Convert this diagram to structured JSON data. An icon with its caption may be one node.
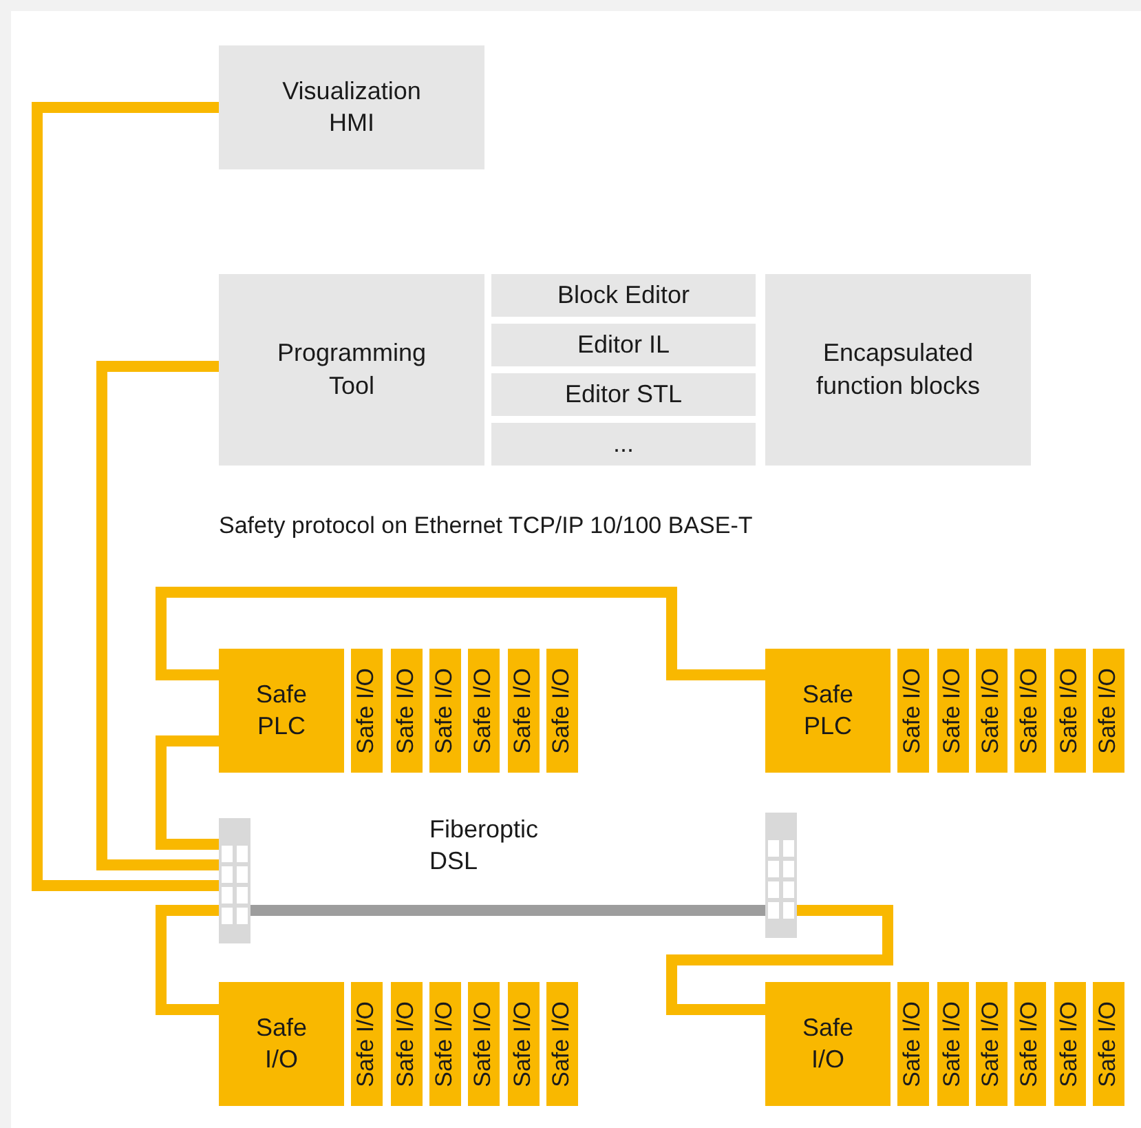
{
  "diagram": {
    "nodes": [
      {
        "text": [
          "Visualization HMI"
        ]
      },
      {
        "text": [
          "Programming Tool"
        ]
      },
      {
        "text": [
          "Block Editor"
        ]
      },
      {
        "text": [
          "Editor IL"
        ]
      },
      {
        "text": [
          "Editor STL"
        ]
      },
      {
        "text": [
          "..."
        ]
      },
      {
        "text": [
          "Encapsulated function blocks"
        ]
      },
      {
        "text": [
          "Safe PLC"
        ]
      },
      {
        "text": [
          "Safe I/O"
        ]
      },
      {
        "text": [
          "Safe I/O"
        ]
      },
      {
        "text": [
          "Safe I/O"
        ]
      },
      {
        "text": [
          "Safe I/O"
        ]
      },
      {
        "text": [
          "Safe I/O"
        ]
      },
      {
        "text": [
          "Safe I/O"
        ]
      },
      {
        "text": [
          "Safe PLC"
        ]
      },
      {
        "text": [
          "Safe I/O"
        ]
      },
      {
        "text": [
          "Safe I/O"
        ]
      },
      {
        "text": [
          "Safe I/O"
        ]
      },
      {
        "text": [
          "Safe I/O"
        ]
      },
      {
        "text": [
          "Safe I/O"
        ]
      },
      {
        "text": [
          "Safe I/O"
        ]
      },
      {
        "text": [],
        "shape": "box"
      },
      {
        "text": [],
        "shape": "box"
      },
      {
        "text": [
          "Safe I/O"
        ]
      },
      {
        "text": [
          "Safe I/O"
        ]
      },
      {
        "text": [
          "Safe I/O"
        ]
      },
      {
        "text": [
          "Safe I/O"
        ]
      },
      {
        "text": [
          "Safe I/O"
        ]
      },
      {
        "text": [
          "Safe I/O"
        ]
      },
      {
        "text": [
          "Safe I/O"
        ]
      },
      {
        "text": [
          "Safe I/O"
        ]
      },
      {
        "text": [
          "Safe I/O"
        ]
      },
      {
        "text": [
          "Safe I/O"
        ]
      },
      {
        "text": [
          "Safe I/O"
        ]
      },
      {
        "text": [
          "Safe I/O"
        ]
      },
      {
        "text": [
          "Safe I/O"
        ]
      },
      {
        "text": [
          "Safe I/O"
        ]
      }
    ],
    "edges": [
      {
        "from": 0,
        "to": 21,
        "arrow": "none"
      },
      {
        "from": 1,
        "to": 21,
        "arrow": "none"
      },
      {
        "from": 7,
        "to": 14,
        "arrow": "none"
      },
      {
        "from": 7,
        "to": 21,
        "arrow": "none"
      },
      {
        "from": 21,
        "to": 22,
        "arrow": "none",
        "label": "Fiberoptic DSL",
        "color": "#9d9d9d"
      },
      {
        "from": 21,
        "to": 23,
        "arrow": "none"
      },
      {
        "from": 22,
        "to": 30,
        "arrow": "none"
      }
    ],
    "labels": [
      "Safety protocol on Ethernet TCP/IP 10/100 BASE-T"
    ]
  }
}
